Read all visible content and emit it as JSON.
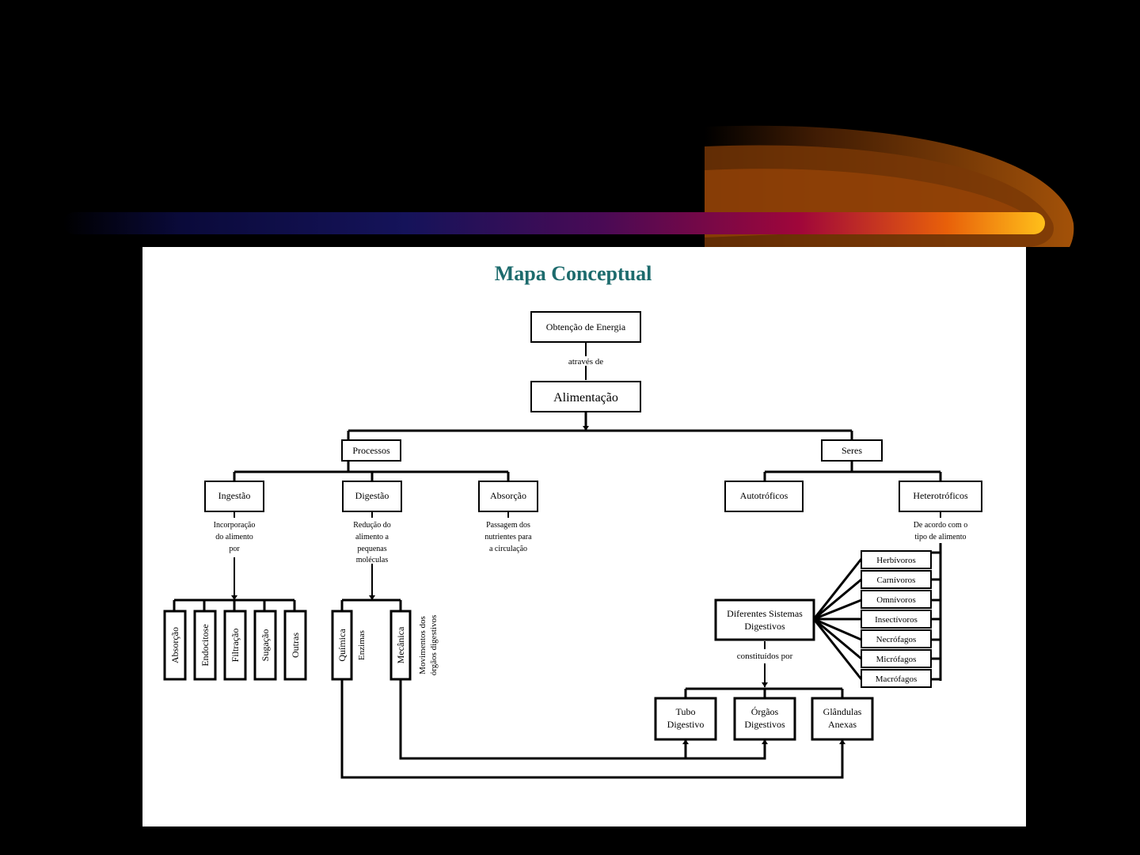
{
  "title": "Mapa Conceptual",
  "nodes": {
    "obtencao": "Obtenção de Energia",
    "alimentacao": "Alimentação",
    "processos": "Processos",
    "seres": "Seres",
    "ingestao": "Ingestão",
    "digestao": "Digestão",
    "absorcao": "Absorção",
    "autotroficos": "Autotróficos",
    "heterotroficos": "Heterotróficos",
    "absorcao_v": "Absorção",
    "endocitose": "Endocitose",
    "filtracao": "Filtração",
    "sugacao": "Sugação",
    "outras": "Outras",
    "quimica": "Química",
    "mecanica": "Mecânica",
    "diferentes_1": "Diferentes Sistemas",
    "diferentes_2": "Digestivos",
    "herbivoros": "Herbívoros",
    "carnivoros": "Carnívoros",
    "omnivoros": "Omnívoros",
    "insectivoros": "Insectívoros",
    "necrofagos": "Necrófagos",
    "microfagos": "Micrófagos",
    "macrofagos": "Macrófagos",
    "tubo_1": "Tubo",
    "tubo_2": "Digestivo",
    "orgaos_1": "Órgãos",
    "orgaos_2": "Digestivos",
    "glandulas_1": "Glândulas",
    "glandulas_2": "Anexas"
  },
  "links": {
    "atraves_de": "através de",
    "ingestao_1": "Incorporação",
    "ingestao_2": "do alimento",
    "ingestao_3": "por",
    "digestao_1": "Redução do",
    "digestao_2": "alimento a",
    "digestao_3": "pequenas",
    "digestao_4": "moléculas",
    "absorcao_1": "Passagem dos",
    "absorcao_2": "nutrientes para",
    "absorcao_3": "a circulação",
    "hetero_1": "De acordo com o",
    "hetero_2": "tipo de alimento",
    "enzimas": "Enzimas",
    "movimentos_1": "Movimentos dos",
    "movimentos_2": "órgãos digestivos",
    "constituidos": "constituídos por"
  }
}
